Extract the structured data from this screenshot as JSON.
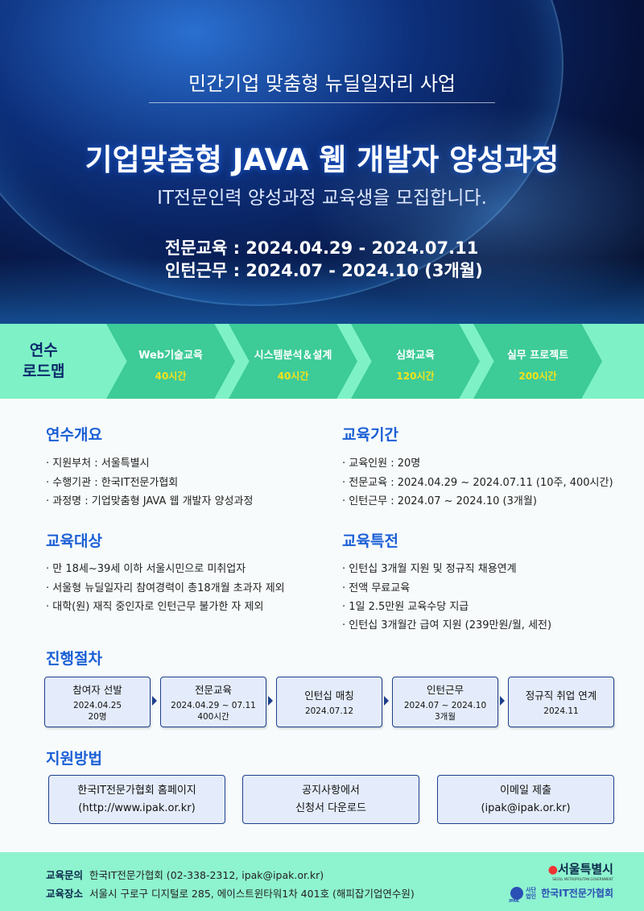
{
  "header": {
    "program": "민간기업 맞춤형 뉴딜일자리 사업",
    "title": "기업맞춤형 JAVA 웹 개발자 양성과정",
    "subtitle": "IT전문인력 양성과정 교육생을 모집합니다.",
    "dates": [
      "전문교육 : 2024.04.29 - 2024.07.11",
      "인턴근무 : 2024.07 - 2024.10 (3개월)"
    ]
  },
  "roadmap": {
    "label_1": "연수",
    "label_2": "로드맵",
    "steps": [
      {
        "name": "Web기술교육",
        "hours": "40시간"
      },
      {
        "name": "시스템분석＆설계",
        "hours": "40시간"
      },
      {
        "name": "심화교육",
        "hours": "120시간"
      },
      {
        "name": "실무 프로젝트",
        "hours": "200시간"
      }
    ]
  },
  "overview": {
    "title": "연수개요",
    "items": [
      "· 지원부처 : 서울특별시",
      "· 수행기관 : 한국IT전문가협회",
      "· 과정명 : 기업맞춤형 JAVA 웹 개발자 양성과정"
    ]
  },
  "period": {
    "title": "교육기간",
    "items": [
      "· 교육인원 : 20명",
      "· 전문교육 : 2024.04.29 ~ 2024.07.11 (10주, 400시간)",
      "· 인턴근무 : 2024.07 ~ 2024.10 (3개월)"
    ]
  },
  "target": {
    "title": "교육대상",
    "items": [
      "· 만 18세~39세 이하 서울시민으로 미취업자",
      "· 서울형 뉴딜일자리 참여경력이 총18개월 초과자 제외",
      "· 대학(원) 재직 중인자로 인턴근무 불가한 자 제외"
    ]
  },
  "benefits": {
    "title": "교육특전",
    "items": [
      "· 인턴십 3개월 지원 및 정규직 채용연계",
      "· 전액 무료교육",
      "· 1일 2.5만원 교육수당 지급",
      "· 인턴십 3개월간 급여 지원 (239만원/월, 세전)"
    ]
  },
  "process": {
    "title": "진행절차",
    "steps": [
      {
        "name": "참여자 선발",
        "l1": "2024.04.25",
        "l2": "20명"
      },
      {
        "name": "전문교육",
        "l1": "2024.04.29 ~ 07.11",
        "l2": "400시간"
      },
      {
        "name": "인턴십 매칭",
        "l1": "2024.07.12",
        "l2": ""
      },
      {
        "name": "인턴근무",
        "l1": "2024.07 ~ 2024.10",
        "l2": "3개월"
      },
      {
        "name": "정규직 취업 연계",
        "l1": "2024.11",
        "l2": ""
      }
    ]
  },
  "apply": {
    "title": "지원방법",
    "methods": [
      {
        "l1": "한국IT전문가협회 홈페이지",
        "l2": "(http://www.ipak.or.kr)"
      },
      {
        "l1": "공지사항에서",
        "l2": "신청서 다운로드"
      },
      {
        "l1": "이메일 제출",
        "l2": "(ipak@ipak.or.kr)"
      }
    ]
  },
  "footer": {
    "contact_label": "교육문의",
    "contact": "한국IT전문가협회 (02-338-2312, ipak@ipak.or.kr)",
    "place_label": "교육장소",
    "place": "서울시 구로구 디지털로 285, 에이스트윈타워1차 401호 (해피잡기업연수원)",
    "logo_seoul": "서울특별시",
    "logo_seoul_sub": "SEOUL METROPOLITAN GOVERNMENT",
    "logo_ipak_prefix": "사단법인",
    "logo_ipak": "한국IT전문가협회",
    "logo_ipak_abbr": "IPAK"
  },
  "colors": {
    "accent": "#1b5fd6",
    "mint": "#7ef2c6",
    "chevron": "#3dcb98",
    "hours": "#f6e21a"
  }
}
